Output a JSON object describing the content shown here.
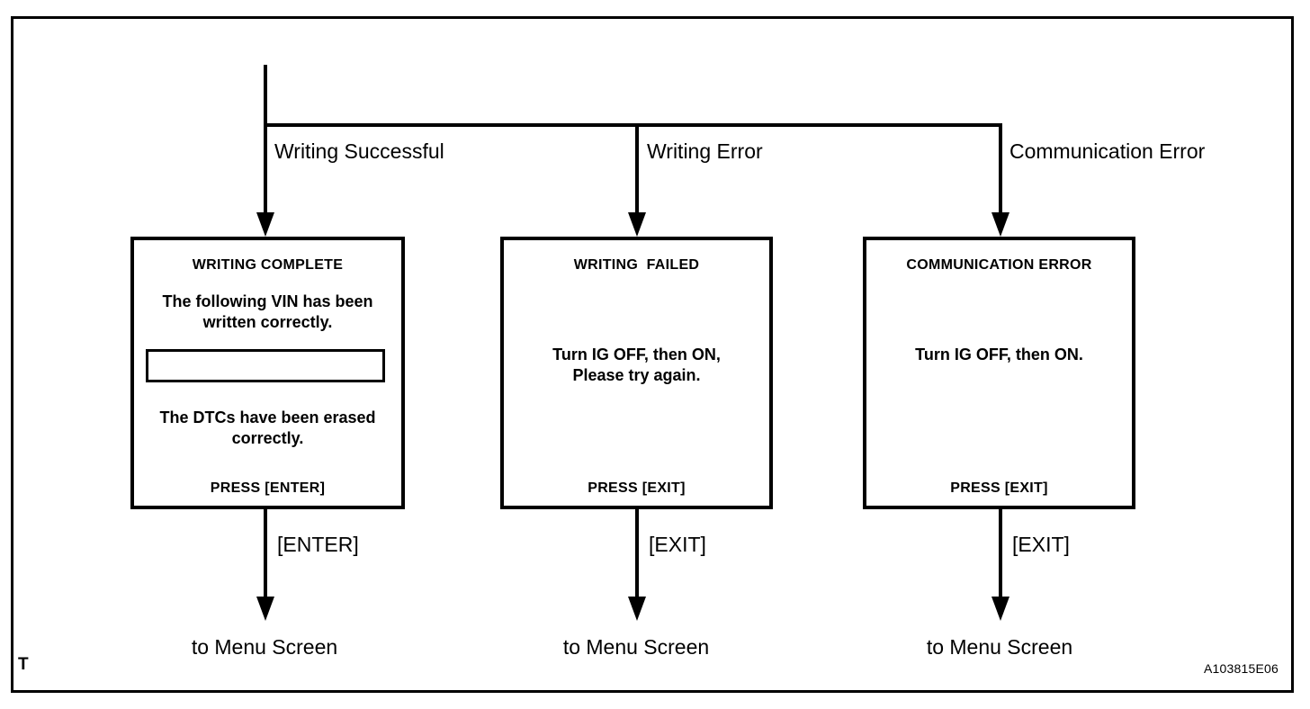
{
  "figure": {
    "id_code": "A103815E06",
    "corner_mark": "T"
  },
  "branches": [
    {
      "label": "Writing Successful"
    },
    {
      "label": "Writing Error"
    },
    {
      "label": "Communication Error"
    }
  ],
  "screens": [
    {
      "title": "WRITING COMPLETE",
      "body_line1": "The following VIN has been",
      "body_line2": "written correctly.",
      "vin_value": "",
      "body_line3": "The DTCs have been erased",
      "body_line4": "correctly.",
      "footer": "PRESS [ENTER]"
    },
    {
      "title": "WRITING  FAILED",
      "body_line1": "Turn IG OFF, then ON,",
      "body_line2": "Please try again.",
      "footer": "PRESS [EXIT]"
    },
    {
      "title": "COMMUNICATION ERROR",
      "body_line1": "Turn IG OFF, then ON.",
      "footer": "PRESS [EXIT]"
    }
  ],
  "key_actions": [
    {
      "label": "[ENTER]"
    },
    {
      "label": "[EXIT]"
    },
    {
      "label": "[EXIT]"
    }
  ],
  "terminals": [
    {
      "label": "to Menu Screen"
    },
    {
      "label": "to Menu Screen"
    },
    {
      "label": "to Menu Screen"
    }
  ],
  "colors": {
    "line": "#000000",
    "background": "#ffffff"
  }
}
